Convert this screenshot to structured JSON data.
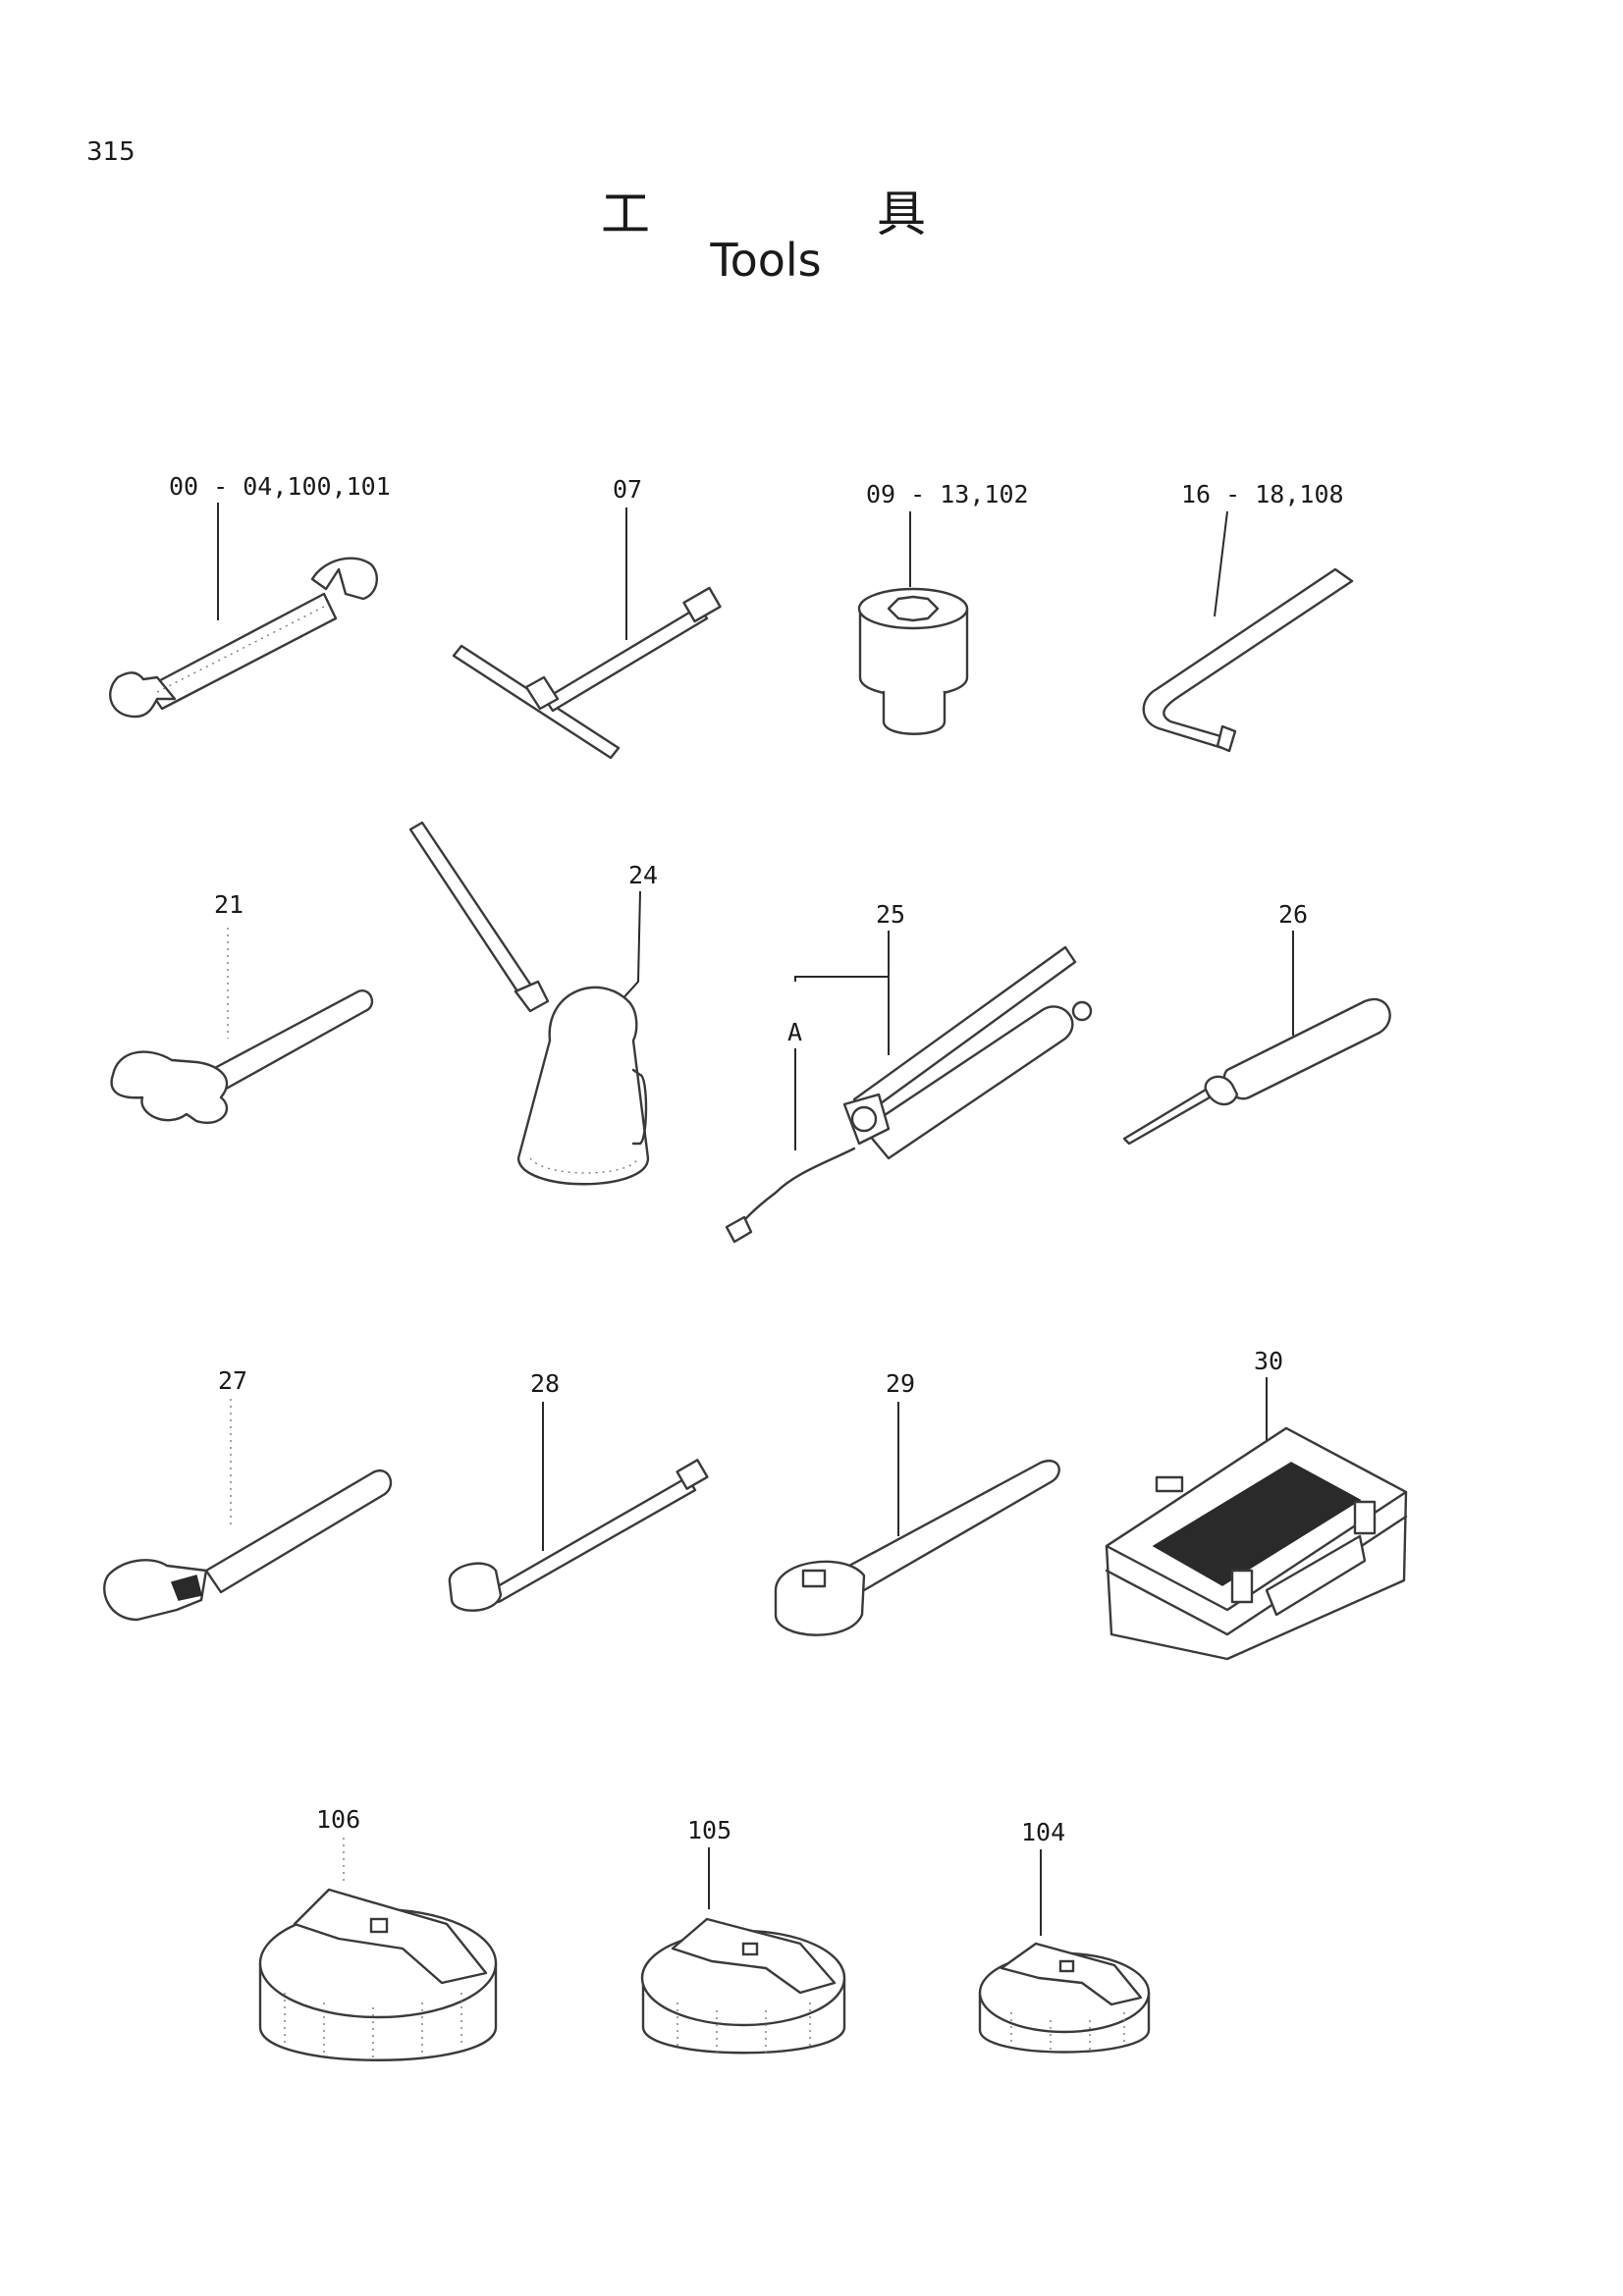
{
  "page_number": "315",
  "title": {
    "jp_part1": "工",
    "jp_part2": "具",
    "en": "Tools"
  },
  "labels": {
    "wrench": "00 - 04,100,101",
    "t_wrench": "07",
    "socket": "09 - 13,102",
    "hex_key": "16 - 18,108",
    "hammer": "21",
    "oil_can": "24",
    "grease_gun": "25",
    "grease_gun_nozzle": "A",
    "screwdriver": "26",
    "adjustable_wrench": "27",
    "extension_bar": "28",
    "ratchet_handle": "29",
    "tool_box": "30",
    "filter_wrench_large": "106",
    "filter_wrench_medium": "105",
    "filter_wrench_small": "104"
  }
}
